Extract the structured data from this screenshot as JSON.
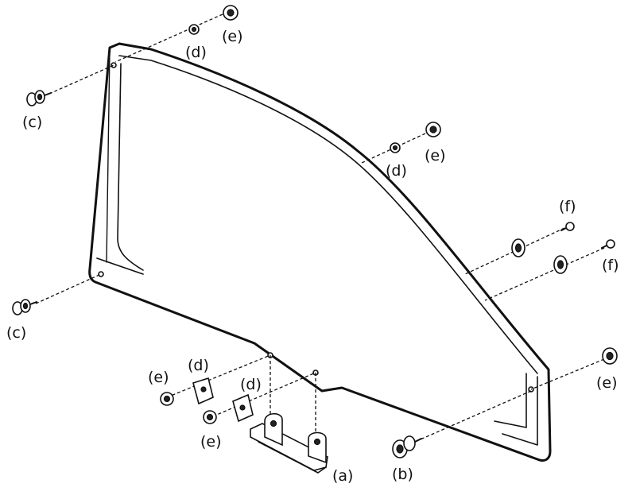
{
  "labels": {
    "a": "(a)",
    "b": "(b)",
    "c": "(c)",
    "d": "(d)",
    "e": "(e)",
    "f": "(f)"
  },
  "colors": {
    "ink": "#111111",
    "background": "#ffffff"
  }
}
